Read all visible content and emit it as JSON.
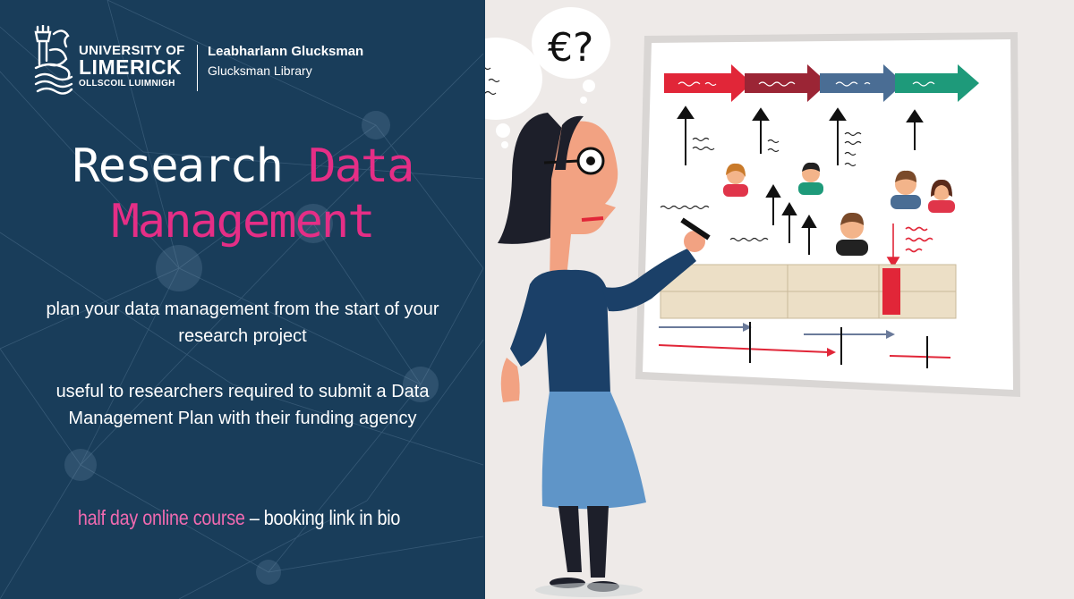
{
  "logo": {
    "line1": "UNIVERSITY OF",
    "line2": "LIMERICK",
    "line3": "OLLSCOIL LUIMNIGH"
  },
  "library": {
    "name_irish": "Leabharlann Glucksman",
    "name_english": "Glucksman Library"
  },
  "headline": {
    "word1": "Research",
    "word2": "Data",
    "word3": "Management"
  },
  "description": {
    "line1": "plan your data management from the start of your research project",
    "line2": "useful to researchers required to submit a Data Management Plan with their funding agency"
  },
  "course": {
    "highlight": "half day online course",
    "rest": " – booking link in bio"
  },
  "illustration": {
    "thought_symbol": "€?"
  },
  "colors": {
    "left_panel": "#193d5a",
    "accent_pink": "#e52e86",
    "right_panel": "#eeeae8"
  }
}
